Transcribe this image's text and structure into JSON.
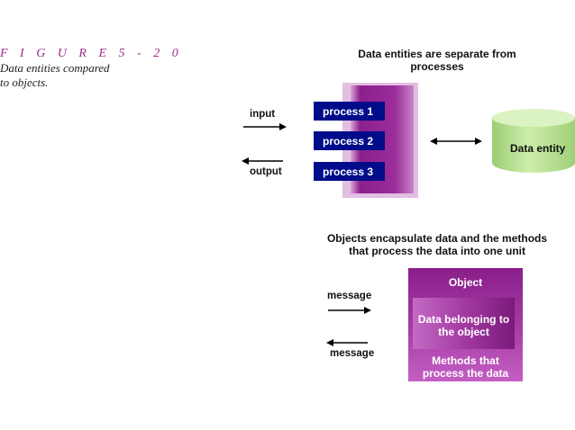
{
  "figure": {
    "label": "F I G U R E   5 - 2 0",
    "caption_line1": "Data entities compared",
    "caption_line2": "to objects."
  },
  "top_section": {
    "heading_line1": "Data entities are separate from",
    "heading_line2": "processes",
    "input_label": "input",
    "output_label": "output",
    "processes": [
      "process 1",
      "process 2",
      "process 3"
    ],
    "data_entity_label": "Data entity"
  },
  "bottom_section": {
    "heading_line1": "Objects encapsulate data and the methods",
    "heading_line2": "that process the data into one unit",
    "message_in_label": "message",
    "message_out_label": "message",
    "object_title": "Object",
    "data_line1": "Data belonging to",
    "data_line2": "the object",
    "methods_line1": "Methods that",
    "methods_line2": "process the data"
  },
  "colors": {
    "accent": "#9b2d8e",
    "process_box": "#000c8a",
    "data_entity": "#b5e48c"
  }
}
